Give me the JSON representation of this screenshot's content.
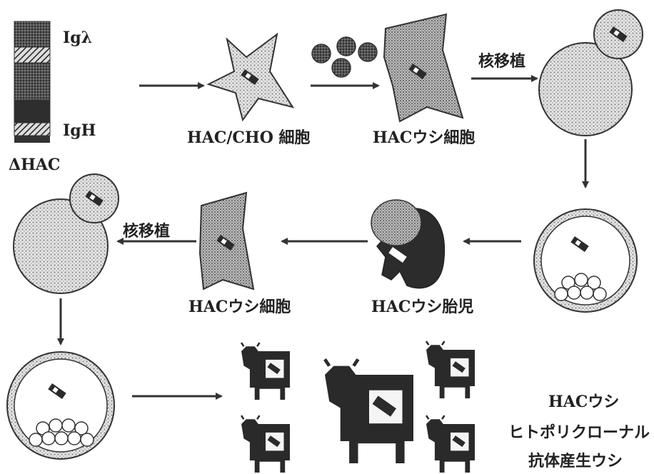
{
  "chromosome": {
    "top_label": "Igλ",
    "bottom_label": "IgH",
    "name": "ΔHAC"
  },
  "row1": {
    "cho_cell_label": "HAC/CHO 細胞",
    "bovine_cell_label": "HACウシ細胞",
    "transfer_label": "核移植"
  },
  "row2": {
    "transfer_label": "核移植",
    "bovine_cell_label": "HACウシ細胞",
    "fetus_label": "HACウシ胎児"
  },
  "result": {
    "line1": "HACウシ",
    "line2": "ヒトポリクローナル",
    "line3": "抗体産生ウシ"
  },
  "colors": {
    "ink": "#2a2a2a",
    "dots": "#6a6a6a",
    "light": "#d8d8d8"
  }
}
